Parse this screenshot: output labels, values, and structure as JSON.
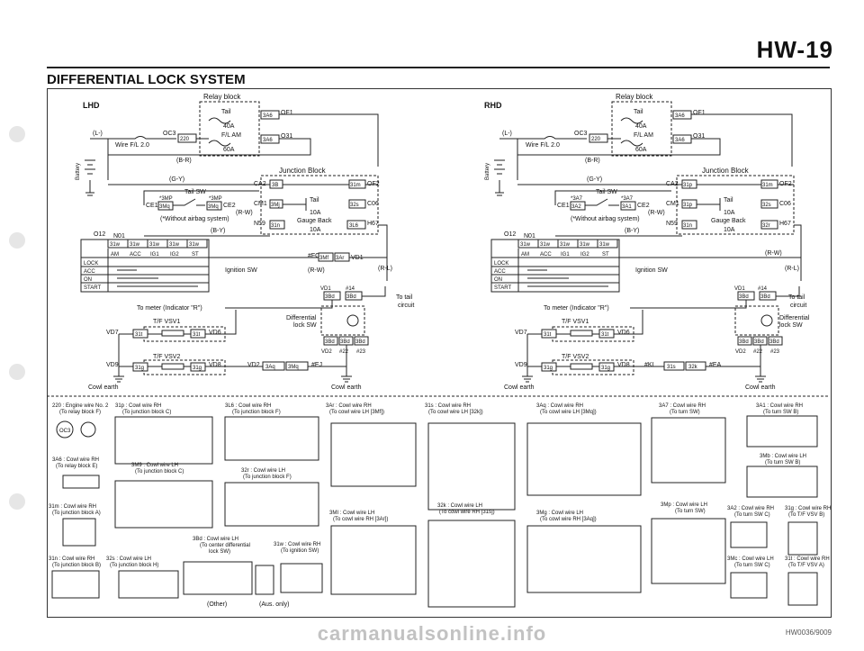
{
  "header": {
    "page_code": "HW-19",
    "title": "DIFFERENTIAL LOCK SYSTEM"
  },
  "lhd": {
    "label": "LHD",
    "relay_block": "Relay block",
    "tail": "Tail",
    "tail_amp": "40A",
    "fl_am": "F/L AM",
    "fl_amp": "60A",
    "conn_3a6_top": "3A6",
    "of1": "OF1",
    "conn_3a6_mid": "3A6",
    "o31": "O31",
    "l_wire": "(L-)",
    "oc3": "OC3",
    "c220": "220",
    "wire_fl": "Wire F/L 2.0",
    "battery": "Battery",
    "br": "(B-R)",
    "gy": "(G-Y)",
    "junction_block": "Junction Block",
    "ca2": "CA2",
    "c3b": "3B",
    "c31m": "31m",
    "of2": "OF2",
    "tail_sw": "Tail SW",
    "star3mp1": "*3MP",
    "star3mp2": "*3MP",
    "ce1": "CE1",
    "c3mq": "3Mq",
    "c3mq2": "3Mq",
    "ce2": "CE2",
    "cm1": "CM1",
    "c3mj": "3Mj",
    "rw": "(R-W)",
    "tail_fuse": "Tail",
    "tail_fuse_amp": "10A",
    "c32s": "32s",
    "c06": "C06",
    "without_airbag": "(*Without airbag system)",
    "n59": "N59",
    "c31n": "31n",
    "gauge_back": "Gauge Back",
    "gauge_amp": "10A",
    "c3l6": "3L6",
    "h67": "H67",
    "by": "(B-Y)",
    "o12": "O12",
    "n01": "N01",
    "ign_pins": [
      "31w",
      "31w",
      "31w",
      "31w",
      "31w"
    ],
    "ign_cols": [
      "AM",
      "ACC",
      "IG1",
      "IG2",
      "ST"
    ],
    "ign_rows": [
      "LOCK",
      "ACC",
      "ON",
      "START"
    ],
    "ignition_sw": "Ignition SW",
    "rw2": "(R-W)",
    "fc": "#FC",
    "c3mf": "3Mf",
    "c3ar": "3Ar",
    "vd1": "VD1",
    "rl": "(R-L)",
    "vd1b": "VD1",
    "n14": "#14",
    "c3bd1": "3Bd",
    "c3bd2": "3Bd",
    "to_tail": "To tail",
    "circuit": "circuit",
    "to_meter": "To meter (Indicator \"R\")",
    "diff_lock_sw": "Differential",
    "diff_lock_sw2": "lock SW",
    "c3bd3": "3Bd",
    "c3bd4": "3Bd",
    "c3bd5": "3Bd",
    "vd2": "VD2",
    "n22": "#22",
    "n23": "#23",
    "tf_vsv1": "T/F VSV1",
    "vd7": "VD7",
    "c31t1": "31t",
    "c31t2": "31t",
    "vd6": "VD6",
    "tf_vsv2": "T/F VSV2",
    "vd9": "VD9",
    "c31g1": "31g",
    "c31g2": "31g",
    "vd8": "VD8",
    "vd2b": "VD2",
    "c3aq": "3Aq",
    "c3mq3": "3Mq",
    "ej": "#EJ",
    "cowl_earth1": "Cowl earth",
    "cowl_earth2": "Cowl earth"
  },
  "rhd": {
    "label": "RHD",
    "relay_block": "Relay block",
    "tail": "Tail",
    "tail_amp": "40A",
    "fl_am": "F/L AM",
    "fl_amp": "60A",
    "conn_3a6_top": "3A6",
    "of1": "OF1",
    "conn_3a6_mid": "3A6",
    "o31": "O31",
    "l_wire": "(L-)",
    "oc3": "OC3",
    "c220": "220",
    "wire_fl": "Wire F/L 2.0",
    "battery": "Battery",
    "br": "(B-R)",
    "gy": "(G-Y)",
    "junction_block": "Junction Block",
    "ca2": "CA2",
    "c31p": "31p",
    "c31m": "31m",
    "of2": "OF2",
    "tail_sw": "Tail SW",
    "star3a7a": "*3A7",
    "star3a7b": "*3A7",
    "ce1": "CE1",
    "c3a2": "3A2",
    "c3a1": "3A1",
    "ce2": "CE2",
    "cm1": "CM1",
    "c31p2": "31p",
    "rw": "(R-W)",
    "tail_fuse": "Tail",
    "tail_fuse_amp": "10A",
    "c32s": "32s",
    "c06": "C06",
    "without_airbag": "(*Without airbag system)",
    "n59": "N59",
    "c31n": "31n",
    "gauge_back": "Gauge Back",
    "gauge_amp": "10A",
    "c32r": "32r",
    "h67": "H67",
    "by": "(B-Y)",
    "o12": "O12",
    "n01": "N01",
    "ign_pins": [
      "31w",
      "31w",
      "31w",
      "31w",
      "31w"
    ],
    "ign_cols": [
      "AM",
      "ACC",
      "IG1",
      "IG2",
      "ST"
    ],
    "ign_rows": [
      "LOCK",
      "ACC",
      "ON",
      "START"
    ],
    "ignition_sw": "Ignition SW",
    "rw2": "(R-W)",
    "rl": "(R-L)",
    "vd1": "VD1",
    "n14": "#14",
    "c3bd1": "3Bd",
    "c3bd2": "3Bd",
    "to_tail": "To tail",
    "circuit": "circuit",
    "to_meter": "To meter (Indicator \"R\")",
    "diff_lock_sw": "Differential",
    "diff_lock_sw2": "lock SW",
    "c3bd3": "3Bd",
    "c3bd4": "3Bd",
    "c3bd5": "3Bd",
    "vd2": "VD2",
    "n22": "#22",
    "n23": "#23",
    "tf_vsv1": "T/F VSV1",
    "vd7": "VD7",
    "c31t1": "31t",
    "c31t2": "31t",
    "vd6": "VD6",
    "tf_vsv2": "T/F VSV2",
    "vd9": "VD9",
    "c31g1": "31g",
    "c31g2": "31g",
    "vd8": "VD8",
    "kl": "#KL",
    "c31s": "31s",
    "c32k": "32k",
    "ea": "#EA",
    "cowl_earth1": "Cowl earth",
    "cowl_earth2": "Cowl earth"
  },
  "connectors": [
    {
      "id": "c220",
      "l1": "220 : Engine wire No. 2",
      "l2": "(To relay block F)"
    },
    {
      "id": "c31p",
      "l1": "31p : Cowl wire RH",
      "l2": "(To junction block C)"
    },
    {
      "id": "c3l6",
      "l1": "3L6 : Cowl wire RH",
      "l2": "(To junction block F)"
    },
    {
      "id": "c3ar",
      "l1": "3Ar : Cowl wire RH",
      "l2": "(To cowl wire LH [3Mf])"
    },
    {
      "id": "c31s",
      "l1": "31s : Cowl wire RH",
      "l2": "(To cowl wire LH [32k])"
    },
    {
      "id": "c3aq",
      "l1": "3Aq : Cowl wire RH",
      "l2": "(To cowl wire LH [3Mq])"
    },
    {
      "id": "c3a7",
      "l1": "3A7 : Cowl wire RH",
      "l2": "(To turn SW)"
    },
    {
      "id": "c3a1",
      "l1": "3A1 : Cowl wire RH",
      "l2": "(To turn SW B)"
    },
    {
      "id": "c3a6",
      "l1": "3A6 : Cowl wire RH",
      "l2": "(To relay block E)"
    },
    {
      "id": "c3m9",
      "l1": "3M9 : Cowl wire LH",
      "l2": "(To junction block C)"
    },
    {
      "id": "c32r",
      "l1": "32r : Cowl wire LH",
      "l2": "(To junction block F)"
    },
    {
      "id": "c3mb",
      "l1": "3Mb : Cowl wire LH",
      "l2": "(To turn SW B)"
    },
    {
      "id": "c31m",
      "l1": "31m : Cowl wire RH",
      "l2": "(To junction block A)"
    },
    {
      "id": "c3mi",
      "l1": "3MI : Cowl wire LH",
      "l2": "(To cowl wire RH [3Ar])"
    },
    {
      "id": "c32k",
      "l1": "32k : Cowl wire LH",
      "l2": "(To cowl wire RH [31s])"
    },
    {
      "id": "c3mg",
      "l1": "3Mg : Cowl wire LH",
      "l2": "(To cowl wire RH [3Aq])"
    },
    {
      "id": "c3mp",
      "l1": "3Mp : Cowl wire LH",
      "l2": "(To turn SW)"
    },
    {
      "id": "c3a2",
      "l1": "3A2 : Cowl wire RH",
      "l2": "(To turn SW C)"
    },
    {
      "id": "c31g",
      "l1": "31g : Cowl wire RH",
      "l2": "(To T/F VSV B)"
    },
    {
      "id": "c3bd",
      "l1": "3Bd : Cowl wire LH",
      "l2": "(To center differential"
    },
    {
      "id": "c3bd_b",
      "l1": "lock SW)",
      "l2": ""
    },
    {
      "id": "c31w",
      "l1": "31w : Cowl wire RH",
      "l2": "(To ignition SW)"
    },
    {
      "id": "c31n",
      "l1": "31n : Cowl wire RH",
      "l2": "(To junction block B)"
    },
    {
      "id": "c32s",
      "l1": "32s : Cowl wire LH",
      "l2": "(To junction block H)"
    },
    {
      "id": "c3mc",
      "l1": "3Mc : Cowl wire LH",
      "l2": "(To turn SW C)"
    },
    {
      "id": "c31t",
      "l1": "31t : Cowl wire RH",
      "l2": "(To T/F VSV A)"
    }
  ],
  "bottom_notes": {
    "other": "(Other)",
    "aus": "(Aus. only)"
  },
  "footer": {
    "code": "HW0036/9009",
    "watermark": "carmanualsonline.info"
  }
}
